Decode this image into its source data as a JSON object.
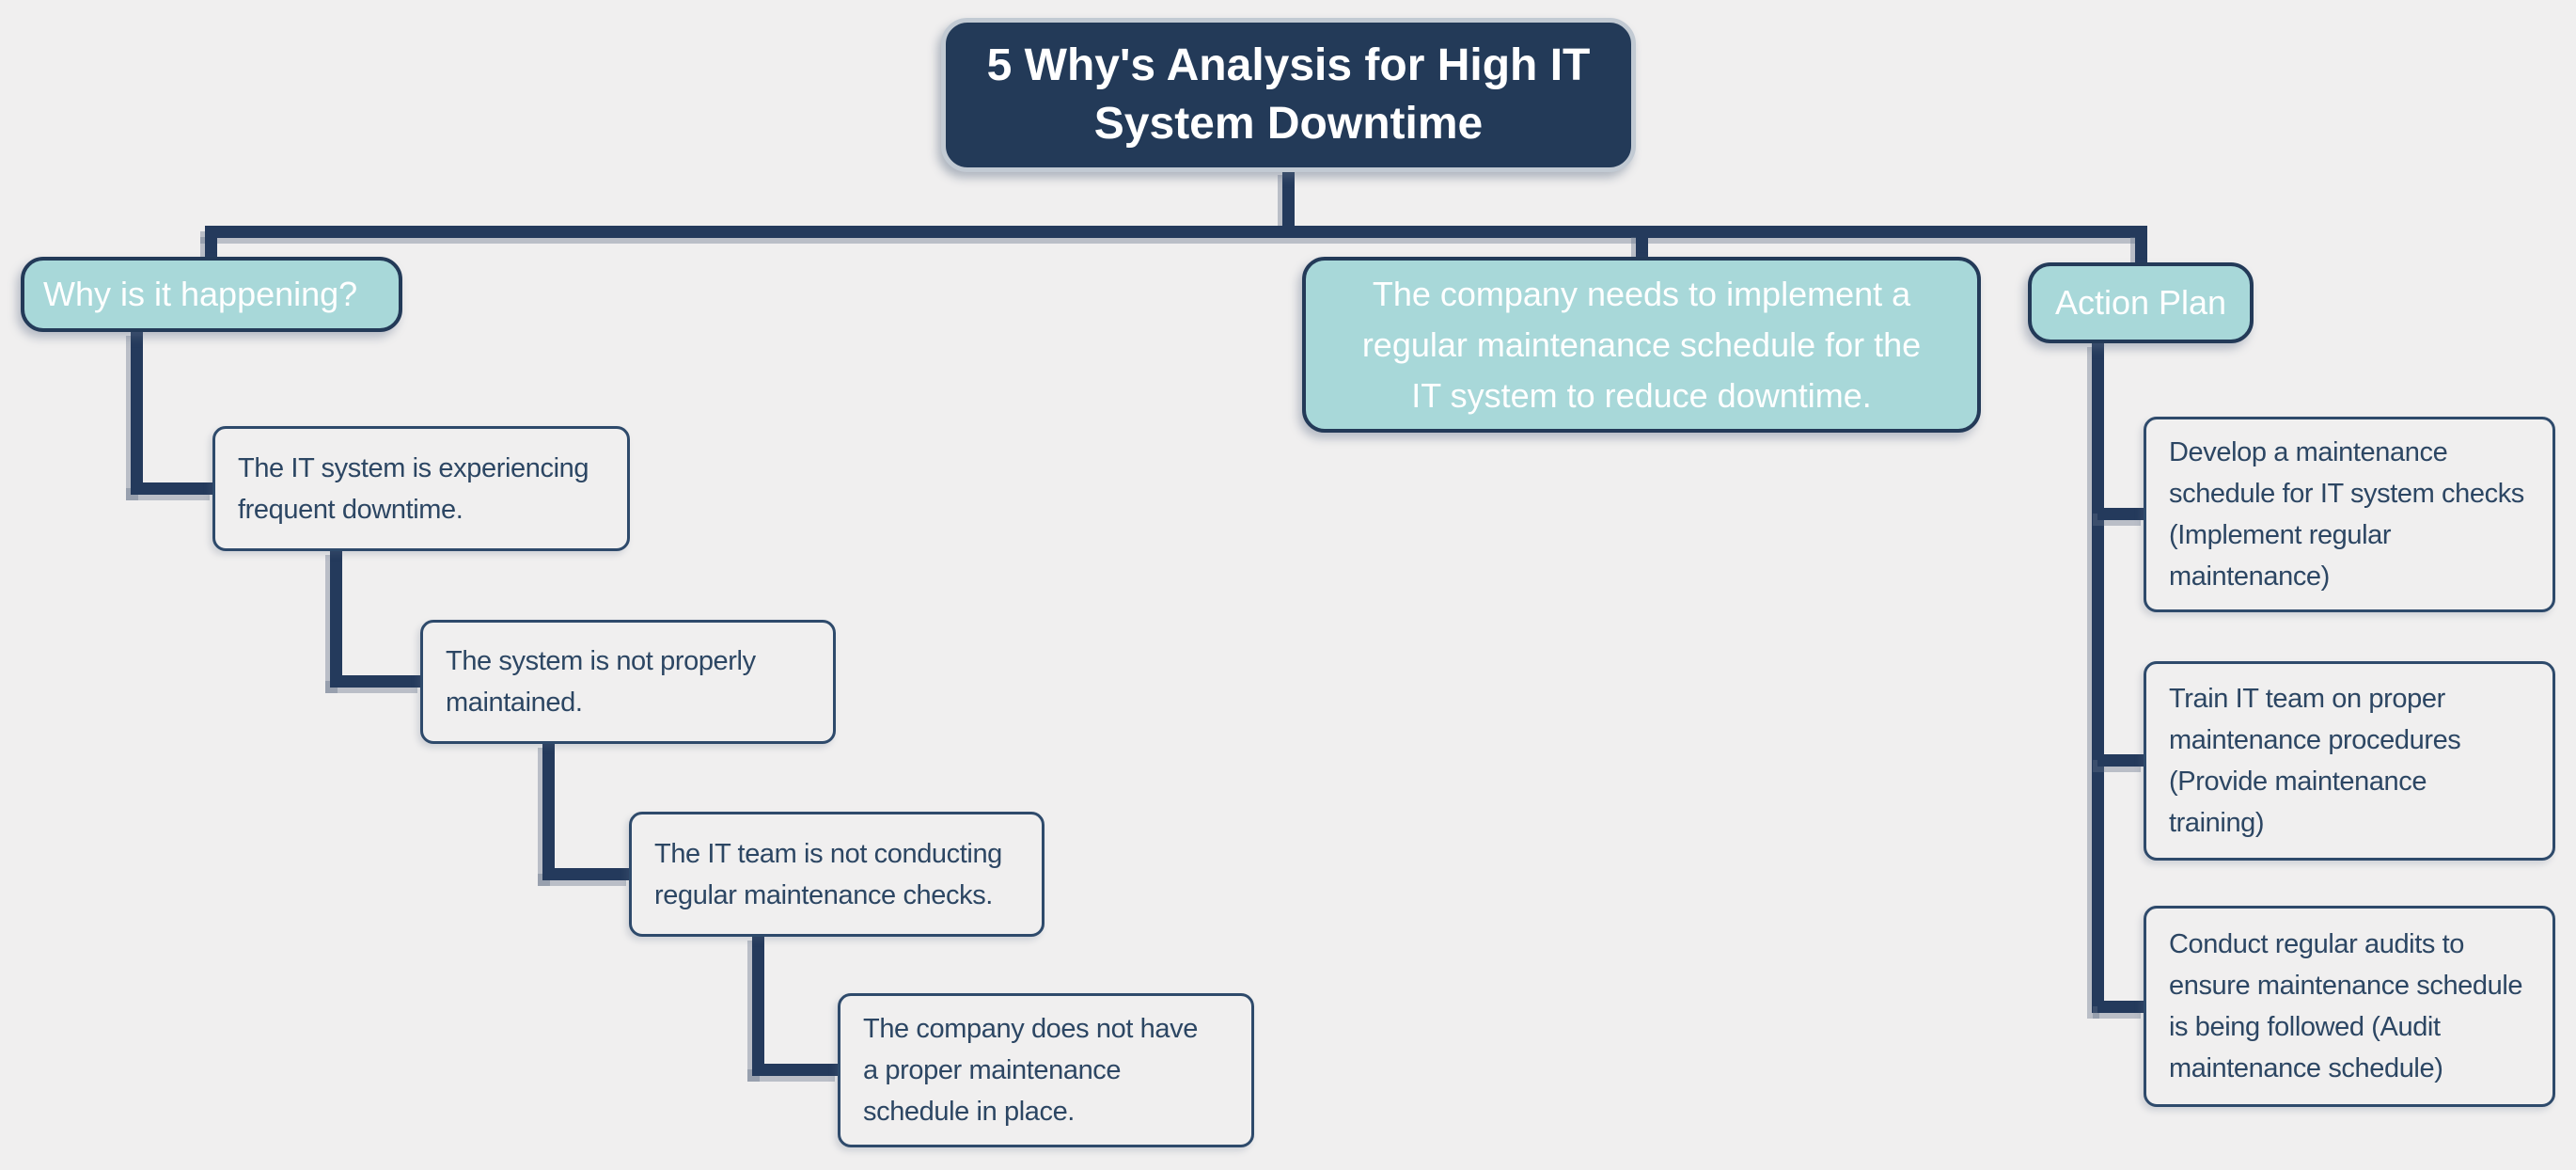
{
  "diagram": {
    "title": "5 Why's Analysis for High IT\nSystem Downtime",
    "question": {
      "label": "Why is it happening?"
    },
    "whys": [
      {
        "text": "The IT system is experiencing\nfrequent downtime."
      },
      {
        "text": "The system is not properly\nmaintained."
      },
      {
        "text": "The IT team is not conducting\nregular maintenance checks."
      },
      {
        "text": "The company does not have\na proper maintenance\nschedule in place."
      }
    ],
    "conclusion": {
      "text": "The company needs to implement a\nregular maintenance schedule for the\nIT system to reduce downtime."
    },
    "action": {
      "label": "Action Plan",
      "items": [
        {
          "text": "Develop a maintenance\nschedule for IT system checks\n(Implement regular\nmaintenance)"
        },
        {
          "text": "Train IT team on proper\nmaintenance procedures\n(Provide maintenance\ntraining)"
        },
        {
          "text": "Conduct regular audits to\nensure maintenance schedule\nis being followed (Audit\nmaintenance schedule)"
        }
      ]
    },
    "colors": {
      "navy": "#233A58",
      "teal": "#A8D8D9",
      "background": "#F0EFEF",
      "node_text": "#2C4663",
      "title_border": "#C2CAD3"
    }
  }
}
